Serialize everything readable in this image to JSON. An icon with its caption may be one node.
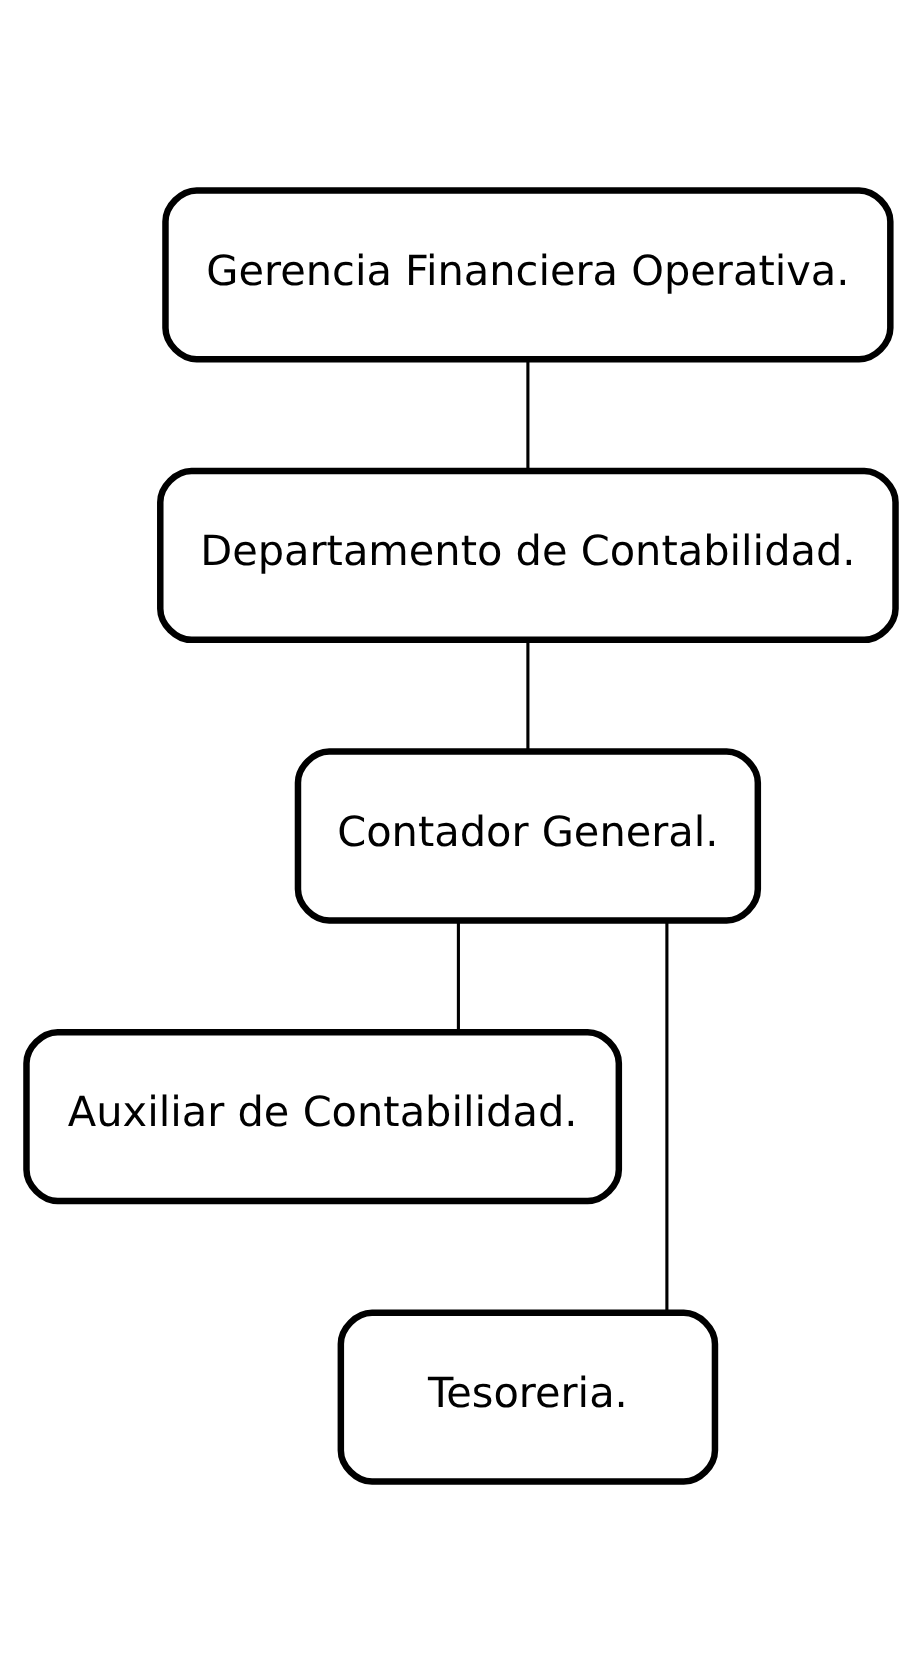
{
  "diagram": {
    "nodes": [
      {
        "text": [
          "Gerencia Financiera Operativa."
        ]
      },
      {
        "text": [
          "Departamento de Contabilidad."
        ]
      },
      {
        "text": [
          "Contador General."
        ]
      },
      {
        "text": [
          "Auxiliar de Contabilidad."
        ]
      },
      {
        "text": [
          "Tesoreria."
        ]
      }
    ],
    "edges": [
      {
        "from": 0,
        "to": 1,
        "arrow": "none"
      },
      {
        "from": 1,
        "to": 2,
        "arrow": "none"
      },
      {
        "from": 2,
        "to": 3,
        "arrow": "none"
      },
      {
        "from": 2,
        "to": 4,
        "arrow": "none"
      }
    ]
  }
}
